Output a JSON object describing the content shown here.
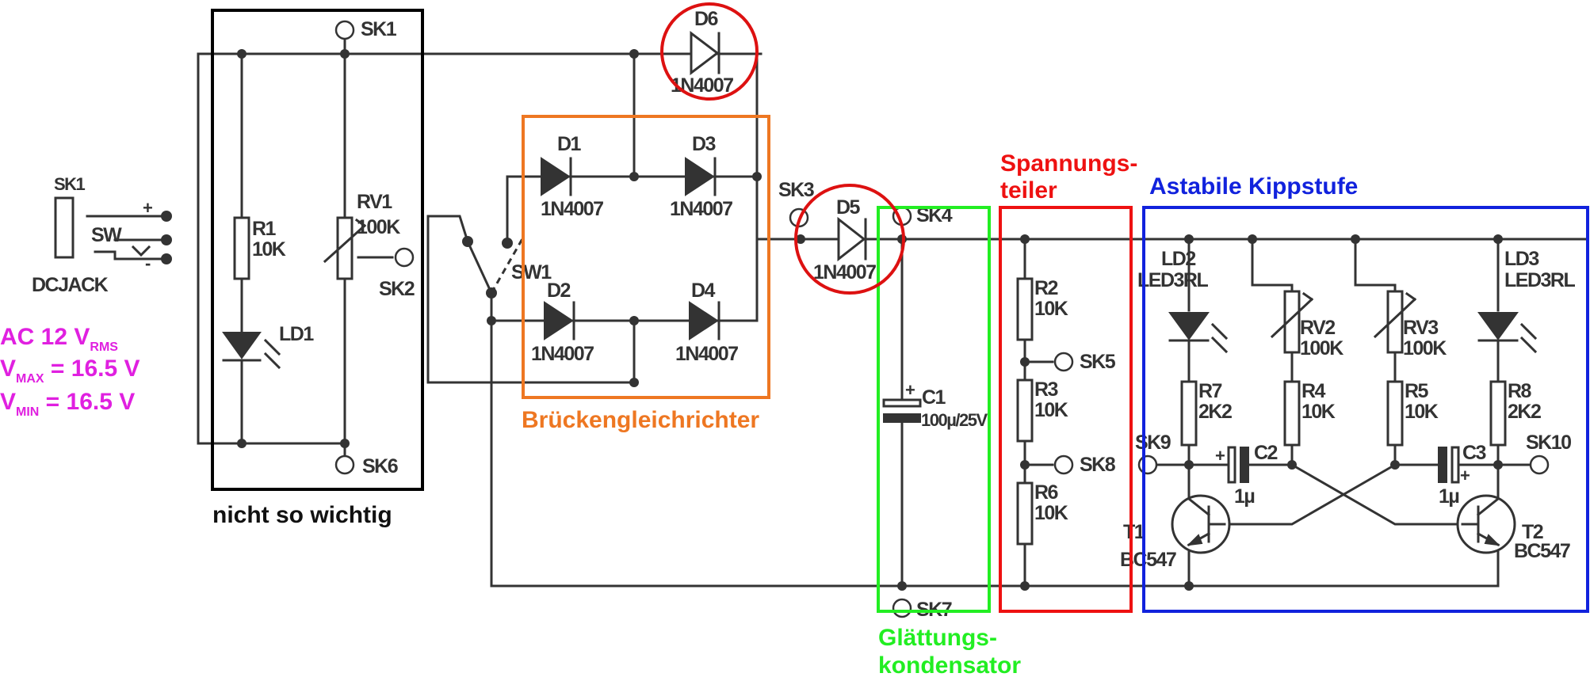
{
  "annotations": {
    "ac_line1_main": "AC 12 V",
    "ac_line1_sub": "RMS",
    "vmax_v": "V",
    "vmax_sub": "MAX",
    "vmax_value": " = 16.5 V",
    "vmin_v": "V",
    "vmin_sub": "MIN",
    "vmin_value": " = 16.5 V",
    "nicht_wichtig": "nicht so wichtig",
    "bruecken": "Brückengleichrichter",
    "glaettung_1": "Glättungs-",
    "glaettung_2": "kondensator",
    "spannung_1": "Spannungs-",
    "spannung_2": "teiler",
    "astabil": "Astabile Kippstufe"
  },
  "components": {
    "sk1_jack": "SK1",
    "sw": "SW",
    "dcjack": "DCJACK",
    "plus": "+",
    "minus": "-",
    "sk1": "SK1",
    "sk2": "SK2",
    "sk3": "SK3",
    "sk4": "SK4",
    "sk5": "SK5",
    "sk6": "SK6",
    "sk7": "SK7",
    "sk8": "SK8",
    "sk9": "SK9",
    "sk10": "SK10",
    "r1_name": "R1",
    "r1_val": "10K",
    "ld1": "LD1",
    "rv1_name": "RV1",
    "rv1_val": "100K",
    "sw1": "SW1",
    "d1": "D1",
    "d2": "D2",
    "d3": "D3",
    "d4": "D4",
    "d5": "D5",
    "d6": "D6",
    "d_type": "1N4007",
    "c1_name": "C1",
    "c1_val": "100µ/25V",
    "r2_name": "R2",
    "r2_val": "10K",
    "r3_name": "R3",
    "r3_val": "10K",
    "r6_name": "R6",
    "r6_val": "10K",
    "ld2_name": "LD2",
    "ld2_type": "LED3RL",
    "ld3_name": "LD3",
    "ld3_type": "LED3RL",
    "rv2_name": "RV2",
    "rv2_val": "100K",
    "rv3_name": "RV3",
    "rv3_val": "100K",
    "r7_name": "R7",
    "r7_val": "2K2",
    "r4_name": "R4",
    "r4_val": "10K",
    "r5_name": "R5",
    "r5_val": "10K",
    "r8_name": "R8",
    "r8_val": "2K2",
    "c2_name": "C2",
    "c2_val": "1µ",
    "c3_name": "C3",
    "c3_val": "1µ",
    "t1_name": "T1",
    "t1_type": "BC547",
    "t2_name": "T2",
    "t2_type": "BC547"
  },
  "colors": {
    "ac_info": "#e020e0",
    "nicht_wichtig_box": "#000000",
    "bruecken": "#ee7722",
    "glaettung": "#22ee22",
    "spannung": "#ee1111",
    "astabil": "#1122dd",
    "highlight_circle": "#dd1111"
  }
}
